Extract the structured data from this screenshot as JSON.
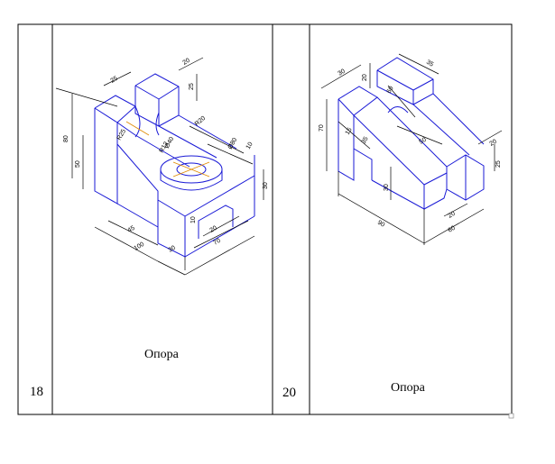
{
  "table": {
    "cells": [
      {
        "number": "18",
        "caption": "Опора"
      },
      {
        "number": "20",
        "caption": "Опора"
      }
    ]
  },
  "drawing1": {
    "dims": [
      "25",
      "20",
      "25",
      "80",
      "50",
      "R25",
      "R12",
      "R20",
      "Ø40",
      "Ø80",
      "10",
      "30",
      "45",
      "100",
      "30",
      "10",
      "20",
      "70"
    ]
  },
  "drawing2": {
    "dims": [
      "30",
      "20",
      "35",
      "60",
      "70",
      "15",
      "35",
      "50",
      "30",
      "25",
      "20",
      "20",
      "90",
      "60"
    ]
  }
}
